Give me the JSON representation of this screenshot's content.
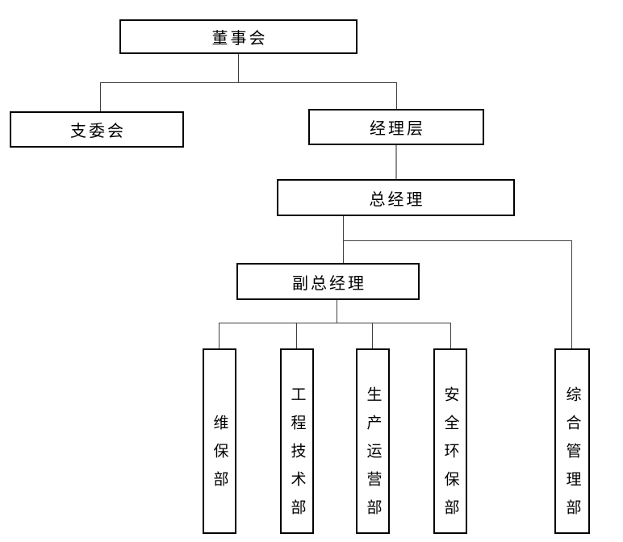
{
  "org_chart": {
    "nodes": {
      "board": {
        "label": "董事会"
      },
      "branch_committee": {
        "label": "支委会"
      },
      "management_layer": {
        "label": "经理层"
      },
      "general_manager": {
        "label": "总经理"
      },
      "deputy_general_manager": {
        "label": "副总经理"
      },
      "maintenance_dept": {
        "label": "维保部"
      },
      "engineering_tech_dept": {
        "label": "工程技术部"
      },
      "production_operations_dept": {
        "label": "生产运营部"
      },
      "safety_environment_dept": {
        "label": "安全环保部"
      },
      "general_admin_dept": {
        "label": "综合管理部"
      }
    },
    "edges": [
      {
        "from": "board",
        "to": "branch_committee"
      },
      {
        "from": "board",
        "to": "management_layer"
      },
      {
        "from": "management_layer",
        "to": "general_manager"
      },
      {
        "from": "general_manager",
        "to": "deputy_general_manager"
      },
      {
        "from": "general_manager",
        "to": "general_admin_dept"
      },
      {
        "from": "deputy_general_manager",
        "to": "maintenance_dept"
      },
      {
        "from": "deputy_general_manager",
        "to": "engineering_tech_dept"
      },
      {
        "from": "deputy_general_manager",
        "to": "production_operations_dept"
      },
      {
        "from": "deputy_general_manager",
        "to": "safety_environment_dept"
      }
    ],
    "colors": {
      "background": "#ffffff",
      "box_border": "#000000",
      "connector": "#404040"
    }
  }
}
